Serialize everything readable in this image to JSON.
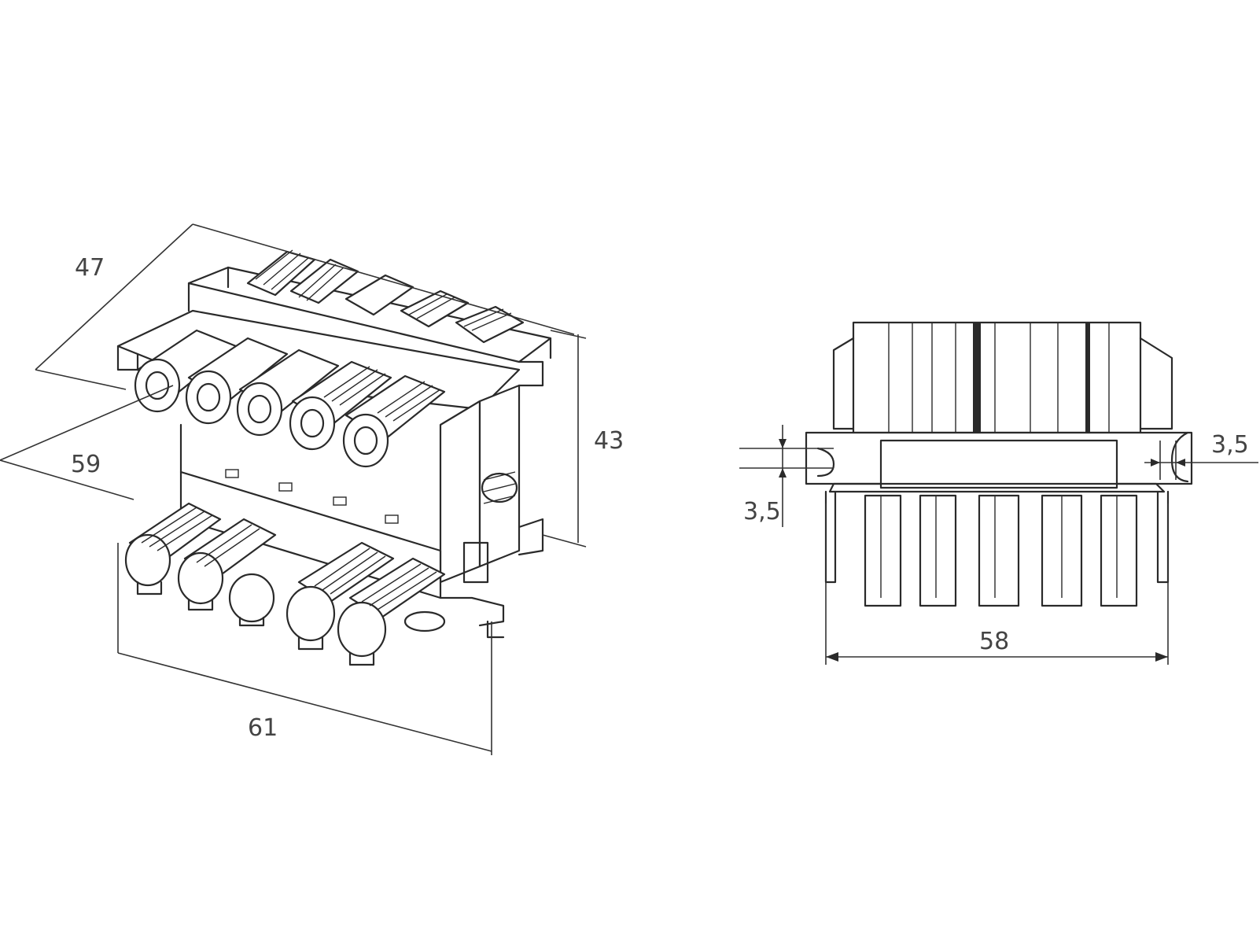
{
  "dimensions": {
    "iso_depth": "47",
    "iso_diag": "59",
    "iso_height": "43",
    "iso_width": "61",
    "side_width": "58",
    "side_left_gap": "3,5",
    "side_right_gap": "3,5"
  },
  "colors": {
    "line": "#2a2a2a",
    "text": "#444444",
    "background": "#ffffff"
  }
}
